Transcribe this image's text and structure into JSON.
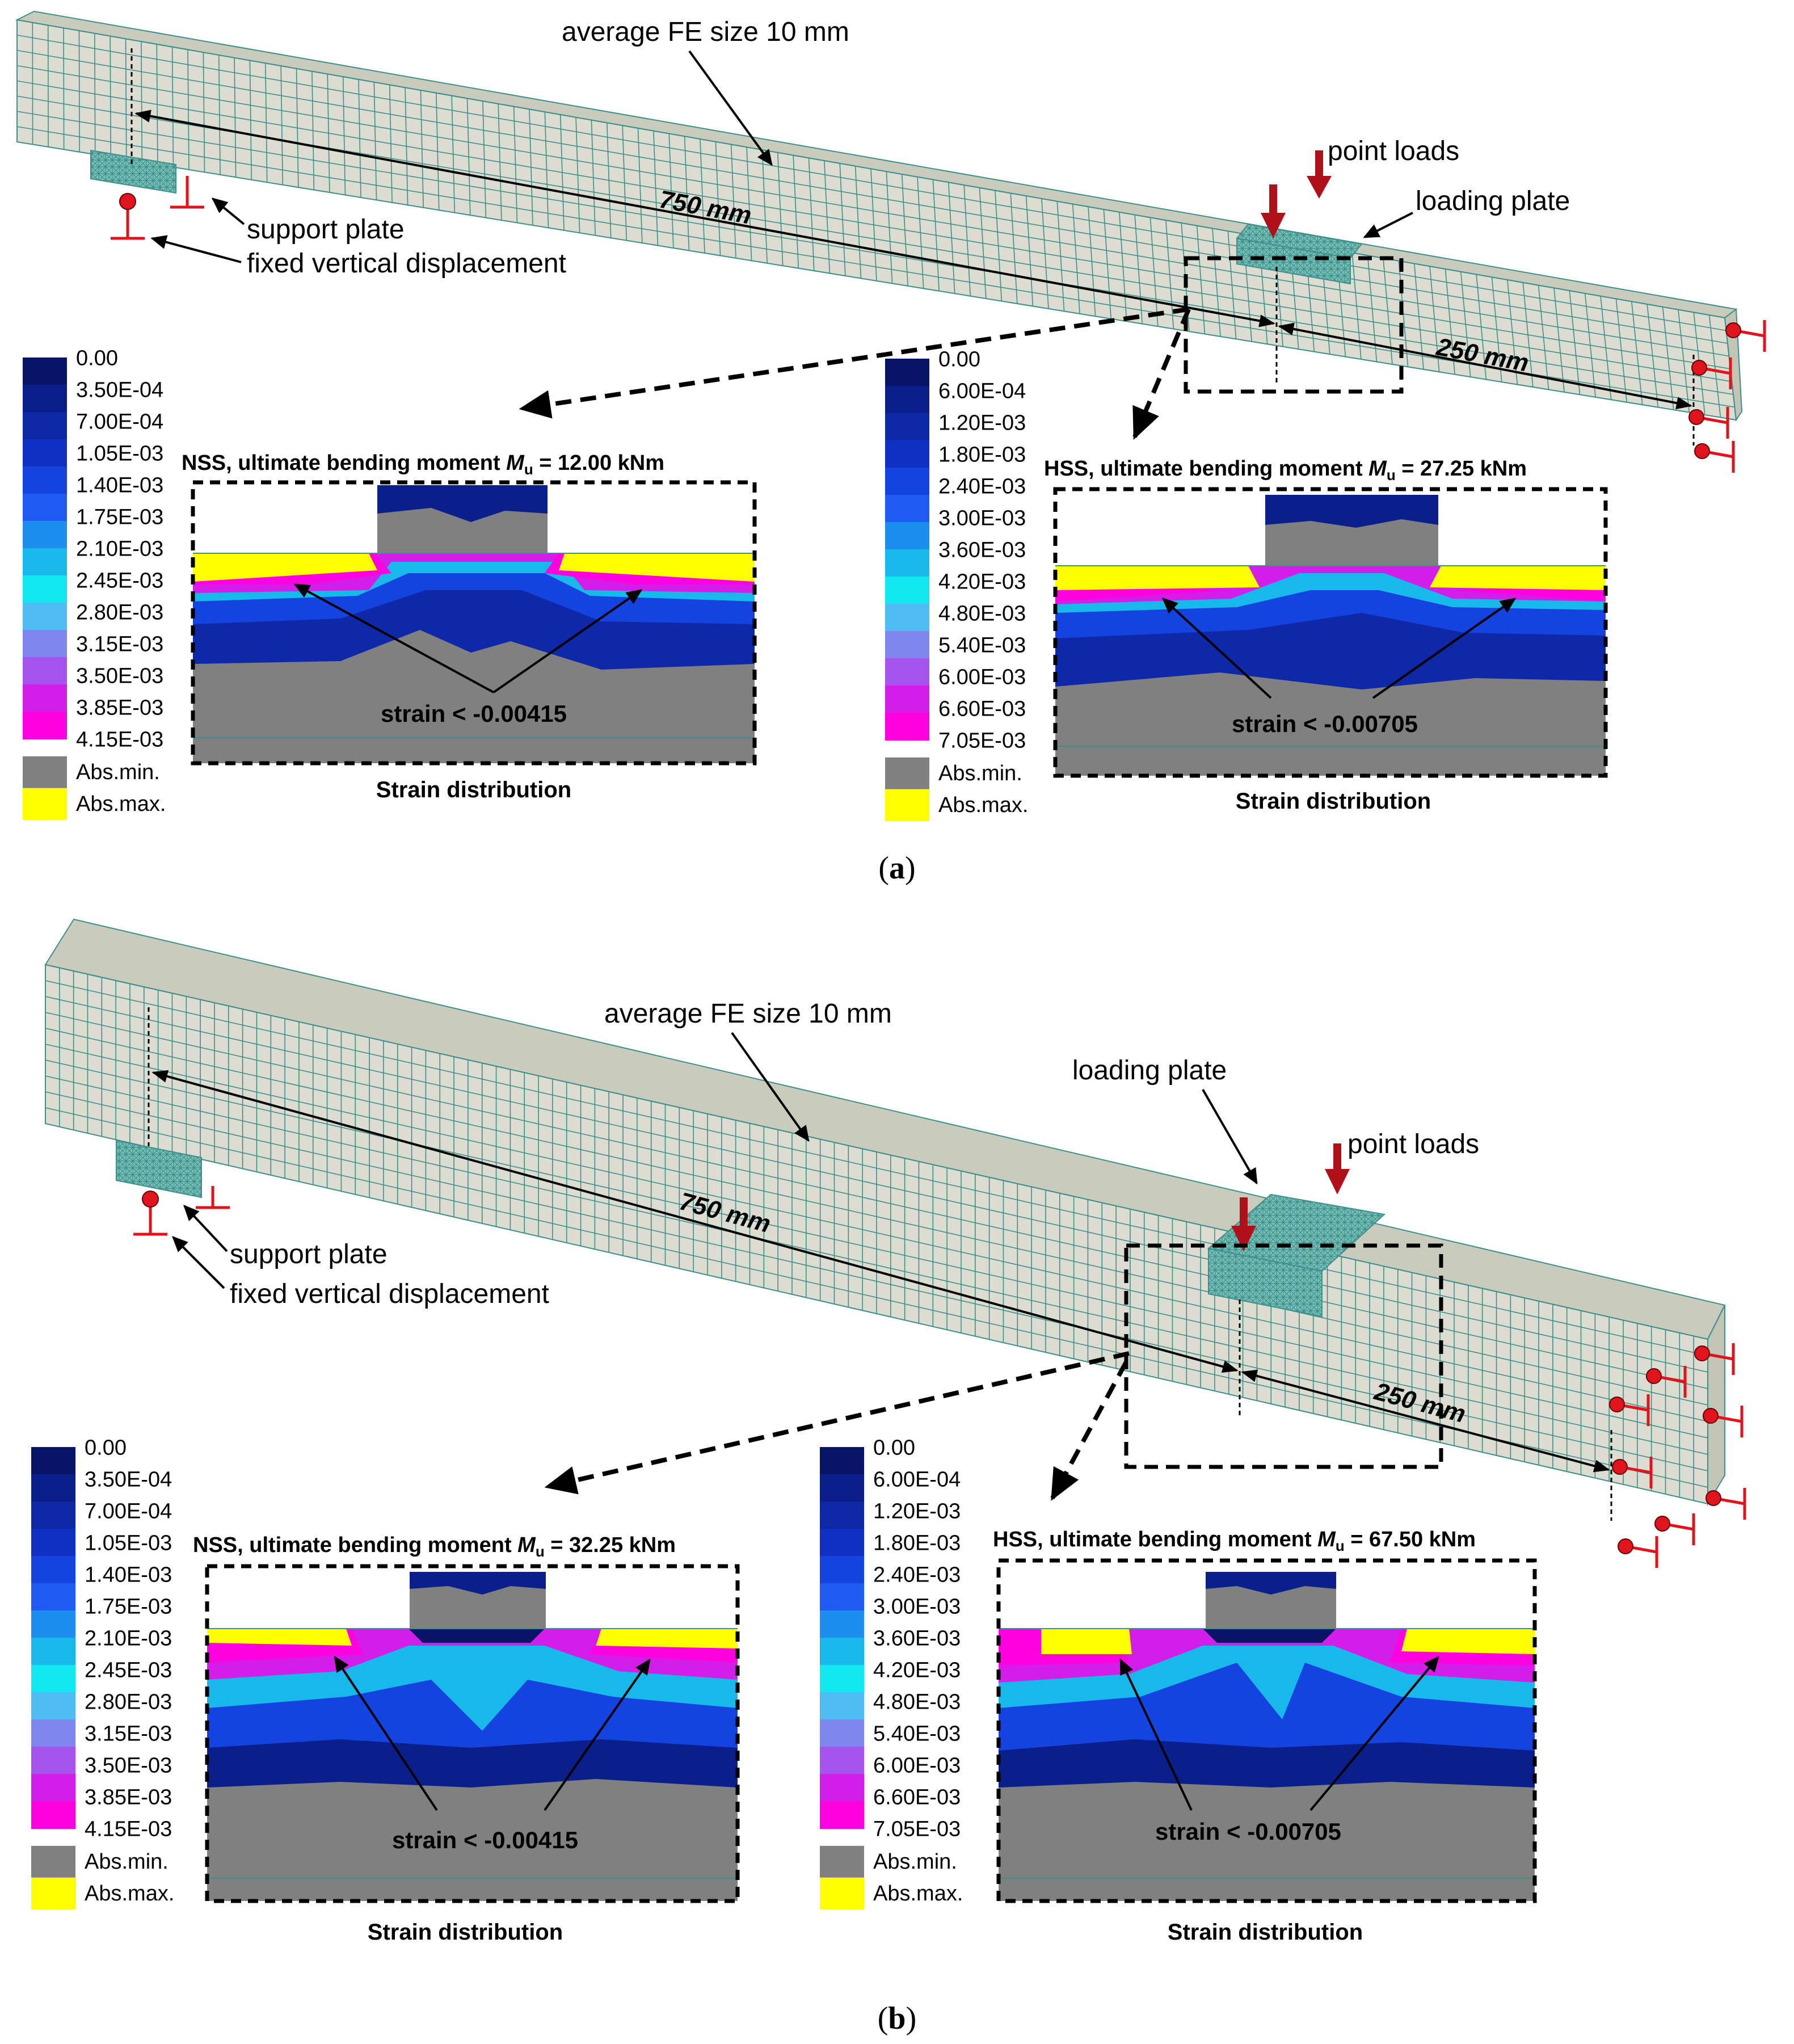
{
  "colors": {
    "beam_face": "#dcdcd0",
    "beam_top": "#c9cbbd",
    "beam_side": "#c2c4b6",
    "mesh_line": "#3f8f8c",
    "plate": "#78c0b8",
    "support_red": "#e0141c",
    "load_arrow": "#b0101a",
    "abs_min": "#808080",
    "abs_max": "#ffff00"
  },
  "legend_colors": [
    "#081566",
    "#0b1f8a",
    "#0f28a8",
    "#1030c4",
    "#1543e0",
    "#1f5af2",
    "#1e8df0",
    "#18b8ea",
    "#12e8f0",
    "#4fbcf2",
    "#7f86ee",
    "#a654ee",
    "#d21ee8",
    "#ff00e0"
  ],
  "panel_a": {
    "label_open": "(",
    "label_letter": "a",
    "label_close": ")",
    "annotations": {
      "fe_size": "average FE size 10 mm",
      "point_loads": "point loads",
      "loading_plate": "loading plate",
      "support_plate": "support plate",
      "fixed_displacement": "fixed vertical displacement",
      "dim_750": "750 mm",
      "dim_250": "250 mm"
    },
    "nss": {
      "title_prefix": "NSS, ultimate bending moment ",
      "title_var": "M",
      "title_sub": "u",
      "title_suffix": " = 12.00 kNm",
      "strain_label": "strain < -0.00415",
      "caption": "Strain distribution",
      "legend": [
        "0.00",
        "3.50E-04",
        "7.00E-04",
        "1.05E-03",
        "1.40E-03",
        "1.75E-03",
        "2.10E-03",
        "2.45E-03",
        "2.80E-03",
        "3.15E-03",
        "3.50E-03",
        "3.85E-03",
        "4.15E-03"
      ],
      "abs_min": "Abs.min.",
      "abs_max": "Abs.max."
    },
    "hss": {
      "title_prefix": "HSS, ultimate bending moment ",
      "title_var": "M",
      "title_sub": "u",
      "title_suffix": " = 27.25 kNm",
      "strain_label": "strain < -0.00705",
      "caption": "Strain distribution",
      "legend": [
        "0.00",
        "6.00E-04",
        "1.20E-03",
        "1.80E-03",
        "2.40E-03",
        "3.00E-03",
        "3.60E-03",
        "4.20E-03",
        "4.80E-03",
        "5.40E-03",
        "6.00E-03",
        "6.60E-03",
        "7.05E-03"
      ],
      "abs_min": "Abs.min.",
      "abs_max": "Abs.max."
    }
  },
  "panel_b": {
    "label_open": "(",
    "label_letter": "b",
    "label_close": ")",
    "annotations": {
      "fe_size": "average FE size 10 mm",
      "point_loads": "point loads",
      "loading_plate": "loading plate",
      "support_plate": "support plate",
      "fixed_displacement": "fixed vertical displacement",
      "dim_750": "750 mm",
      "dim_250": "250 mm"
    },
    "nss": {
      "title_prefix": "NSS, ultimate bending moment ",
      "title_var": "M",
      "title_sub": "u",
      "title_suffix": " = 32.25 kNm",
      "strain_label": "strain < -0.00415",
      "caption": "Strain distribution",
      "legend": [
        "0.00",
        "3.50E-04",
        "7.00E-04",
        "1.05E-03",
        "1.40E-03",
        "1.75E-03",
        "2.10E-03",
        "2.45E-03",
        "2.80E-03",
        "3.15E-03",
        "3.50E-03",
        "3.85E-03",
        "4.15E-03"
      ],
      "abs_min": "Abs.min.",
      "abs_max": "Abs.max."
    },
    "hss": {
      "title_prefix": "HSS, ultimate bending moment ",
      "title_var": "M",
      "title_sub": "u",
      "title_suffix": " = 67.50 kNm",
      "strain_label": "strain < -0.00705",
      "caption": "Strain distribution",
      "legend": [
        "0.00",
        "6.00E-04",
        "1.20E-03",
        "1.80E-03",
        "2.40E-03",
        "3.00E-03",
        "3.60E-03",
        "4.20E-03",
        "4.80E-03",
        "5.40E-03",
        "6.00E-03",
        "6.60E-03",
        "7.05E-03"
      ],
      "abs_min": "Abs.min.",
      "abs_max": "Abs.max."
    }
  }
}
